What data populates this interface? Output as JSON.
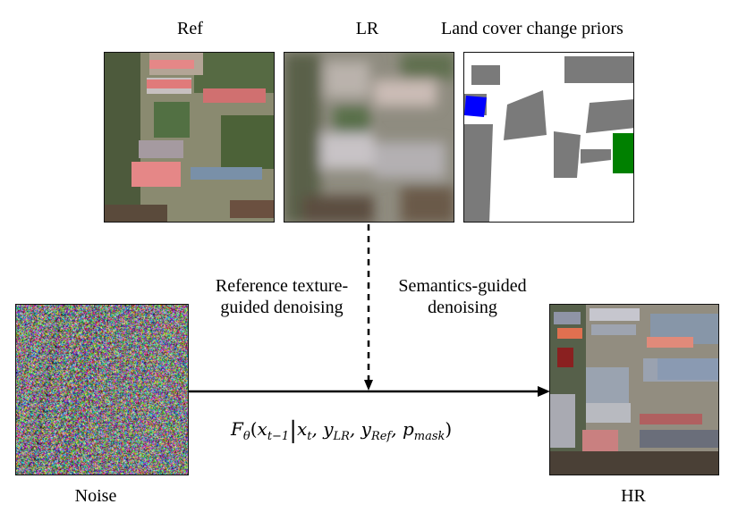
{
  "labels": {
    "ref": "Ref",
    "lr": "LR",
    "priors": "Land cover change priors",
    "ref_guided_line1": "Reference texture-",
    "ref_guided_line2": "guided denoising",
    "sem_guided_line1": "Semantics-guided",
    "sem_guided_line2": "denoising",
    "noise": "Noise",
    "hr": "HR"
  },
  "formula": {
    "text": "Fθ(xt−1|xt, yLR, yRef, pmask)"
  },
  "colors": {
    "mask_gray": "#7a7a7a",
    "mask_blue": "#0000ff",
    "mask_green": "#008000",
    "roof_red": "#e07070",
    "vegetation": "#3f5a34"
  }
}
